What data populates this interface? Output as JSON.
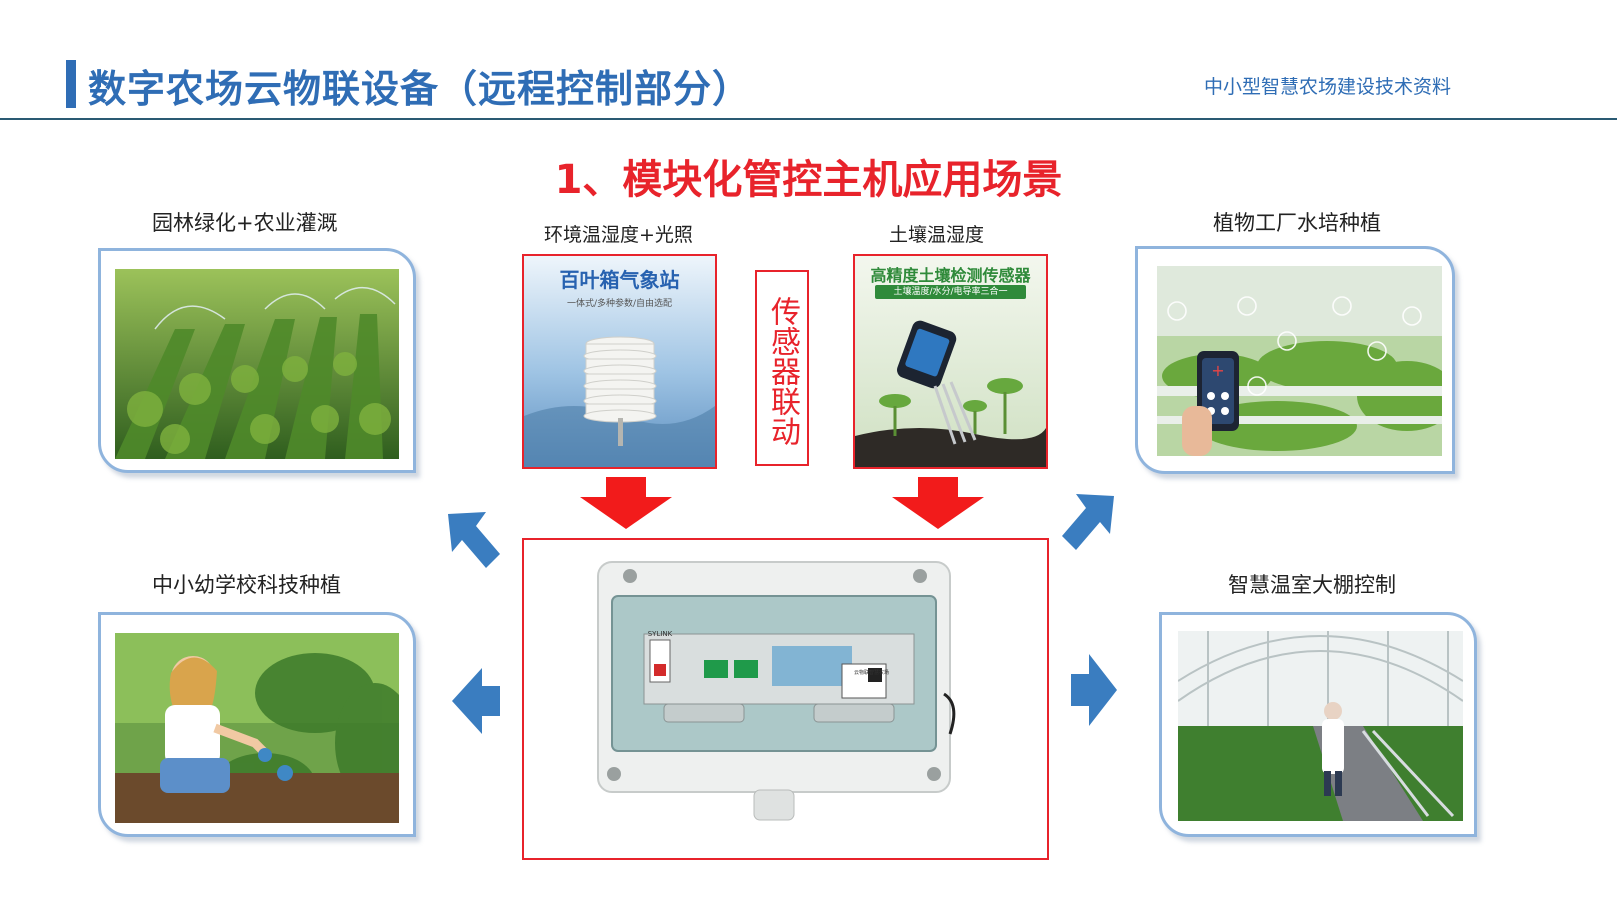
{
  "header": {
    "title": "数字农场云物联设备（远程控制部分）",
    "subtitle": "中小型智慧农场建设技术资料"
  },
  "section_heading": "1、模块化管控主机应用场景",
  "scenes": {
    "top_left": "园林绿化+农业灌溉",
    "bottom_left": "中小幼学校科技种植",
    "top_right": "植物工厂水培种植",
    "bottom_right": "智慧温室大棚控制"
  },
  "sensors": {
    "env": {
      "caption": "环境温湿度+光照",
      "product_title": "百叶箱气象站",
      "product_sub": "一体式/多种参数/自由选配"
    },
    "soil": {
      "caption": "土壤温湿度",
      "product_title": "高精度土壤检测传感器",
      "product_sub": "土壤温度/水分/电导率三合一"
    },
    "link_label": "传感器联动"
  },
  "controller": {
    "brand_tag": "SYLINK",
    "qr_label": "云物联智慧农场"
  },
  "colors": {
    "accent_blue": "#2f6db5",
    "heading_red": "#e8232b",
    "arrow_red": "#f21b1b",
    "arrow_blue": "#3a7dc0"
  }
}
